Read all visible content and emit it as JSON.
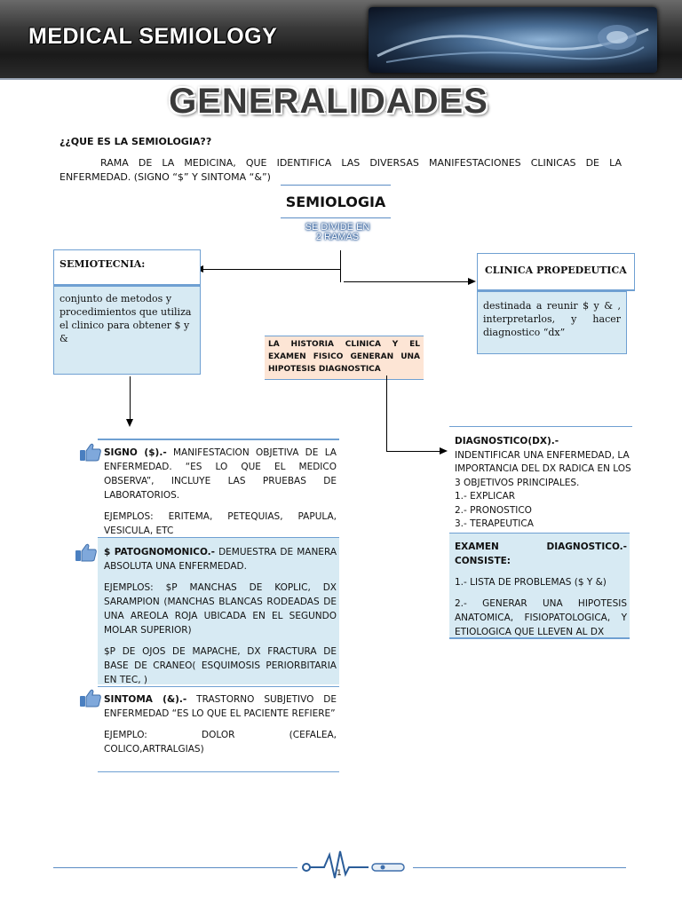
{
  "header": {
    "title": "MEDICAL SEMIOLOGY"
  },
  "page_title": "GENERALIDADES",
  "intro": {
    "question": "¿¿QUE ES LA SEMIOLOGIA??",
    "answer": "RAMA DE LA MEDICINA, QUE IDENTIFICA LAS DIVERSAS MANIFESTACIONES CLINICAS DE LA ENFERMEDAD. (SIGNO “$” Y SINTOMA “&”)"
  },
  "diagram": {
    "root": "SEMIOLOGIA",
    "branch_label_line1": "SE DIVIDE EN",
    "branch_label_line2": "2 RAMAS",
    "left_head": "SEMIOTECNIA:",
    "left_body": "conjunto de metodos y procedimientos que utiliza el clinico para obtener $ y &",
    "right_head": "CLINICA PROPEDEUTICA",
    "right_body": "destinada a reunir $ y & , interpretarlos, y hacer diagnostico “dx”",
    "middle": "LA HISTORIA CLINICA Y EL EXAMEN FISICO GENERAN UNA HIPOTESIS DIAGNOSTICA"
  },
  "signo": {
    "title": "SIGNO ($).-",
    "text": " MANIFESTACION OBJETIVA DE LA ENFERMEDAD. “ES LO QUE EL MEDICO OBSERVA”, INCLUYE LAS PRUEBAS DE LABORATORIOS.",
    "examples": "EJEMPLOS: ERITEMA, PETEQUIAS, PAPULA, VESICULA, ETC"
  },
  "patognomonico": {
    "title": "$ PATOGNOMONICO.-",
    "text": " DEMUESTRA DE MANERA ABSOLUTA UNA ENFERMEDAD.",
    "example1": "EJEMPLOS: $P MANCHAS DE KOPLIC, DX SARAMPION (MANCHAS BLANCAS RODEADAS DE UNA AREOLA ROJA UBICADA EN EL SEGUNDO MOLAR SUPERIOR)",
    "example2": "$P DE OJOS DE MAPACHE, DX FRACTURA DE BASE DE CRANEO( ESQUIMOSIS PERIORBITARIA EN TEC, )"
  },
  "sintoma": {
    "title": "SINTOMA (&).-",
    "text": " TRASTORNO SUBJETIVO DE ENFERMEDAD “ES LO QUE EL PACIENTE REFIERE”",
    "example": "EJEMPLO: DOLOR (CEFALEA, COLICO,ARTRALGIAS)"
  },
  "diagnostico": {
    "title": "DIAGNOSTICO(DX).-",
    "text": "INDENTIFICAR UNA ENFERMEDAD, LA IMPORTANCIA DEL DX RADICA EN LOS 3 OBJETIVOS PRINCIPALES.",
    "items": [
      "1.- EXPLICAR",
      "2.- PRONOSTICO",
      "3.- TERAPEUTICA"
    ]
  },
  "examen": {
    "title": "EXAMEN DIAGNOSTICO.- CONSISTE:",
    "item1": "1.- LISTA DE PROBLEMAS ($ Y &)",
    "item2": "2.- GENERAR UNA HIPOTESIS ANATOMICA, FISIOPATOLOGICA, Y ETIOLOGICA QUE LLEVEN AL DX"
  },
  "footer": {
    "page_number": "1"
  },
  "colors": {
    "accent_line": "#6fa0d2",
    "box_fill": "#d7eaf3",
    "middle_box_fill": "#fde5d5",
    "thumb_icon": "#4a7fc0"
  }
}
